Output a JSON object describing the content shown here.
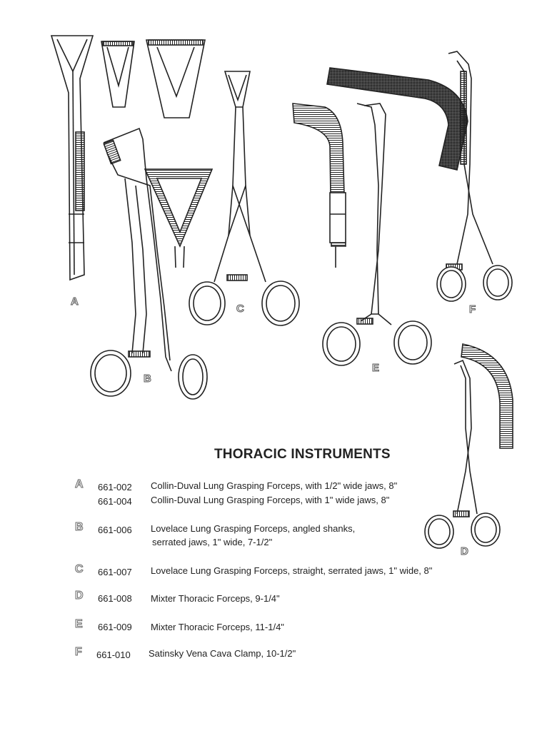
{
  "title": "THORACIC INSTRUMENTS",
  "figure_labels": [
    "A",
    "B",
    "C",
    "D",
    "E",
    "F"
  ],
  "items": [
    {
      "letter": "A",
      "code": "661-002",
      "desc": "Collin-Duval Lung Grasping Forceps, with 1/2\" wide jaws, 8\""
    },
    {
      "letter": "",
      "code": "661-004",
      "desc": "Collin-Duval Lung Grasping Forceps, with 1\" wide jaws, 8\""
    },
    {
      "letter": "B",
      "code": "661-006",
      "desc": "Lovelace Lung Grasping Forceps, angled shanks,",
      "desc2": "serrated jaws, 1\" wide, 7-1/2\""
    },
    {
      "letter": "C",
      "code": "661-007",
      "desc": "Lovelace Lung Grasping Forceps, straight, serrated jaws, 1\" wide, 8\""
    },
    {
      "letter": "D",
      "code": "661-008",
      "desc": "Mixter Thoracic Forceps, 9-1/4\""
    },
    {
      "letter": "E",
      "code": "661-009",
      "desc": "Mixter Thoracic Forceps, 11-1/4\""
    },
    {
      "letter": "F",
      "code": "661-010",
      "desc": "Satinsky Vena Cava Clamp, 10-1/2\""
    }
  ]
}
